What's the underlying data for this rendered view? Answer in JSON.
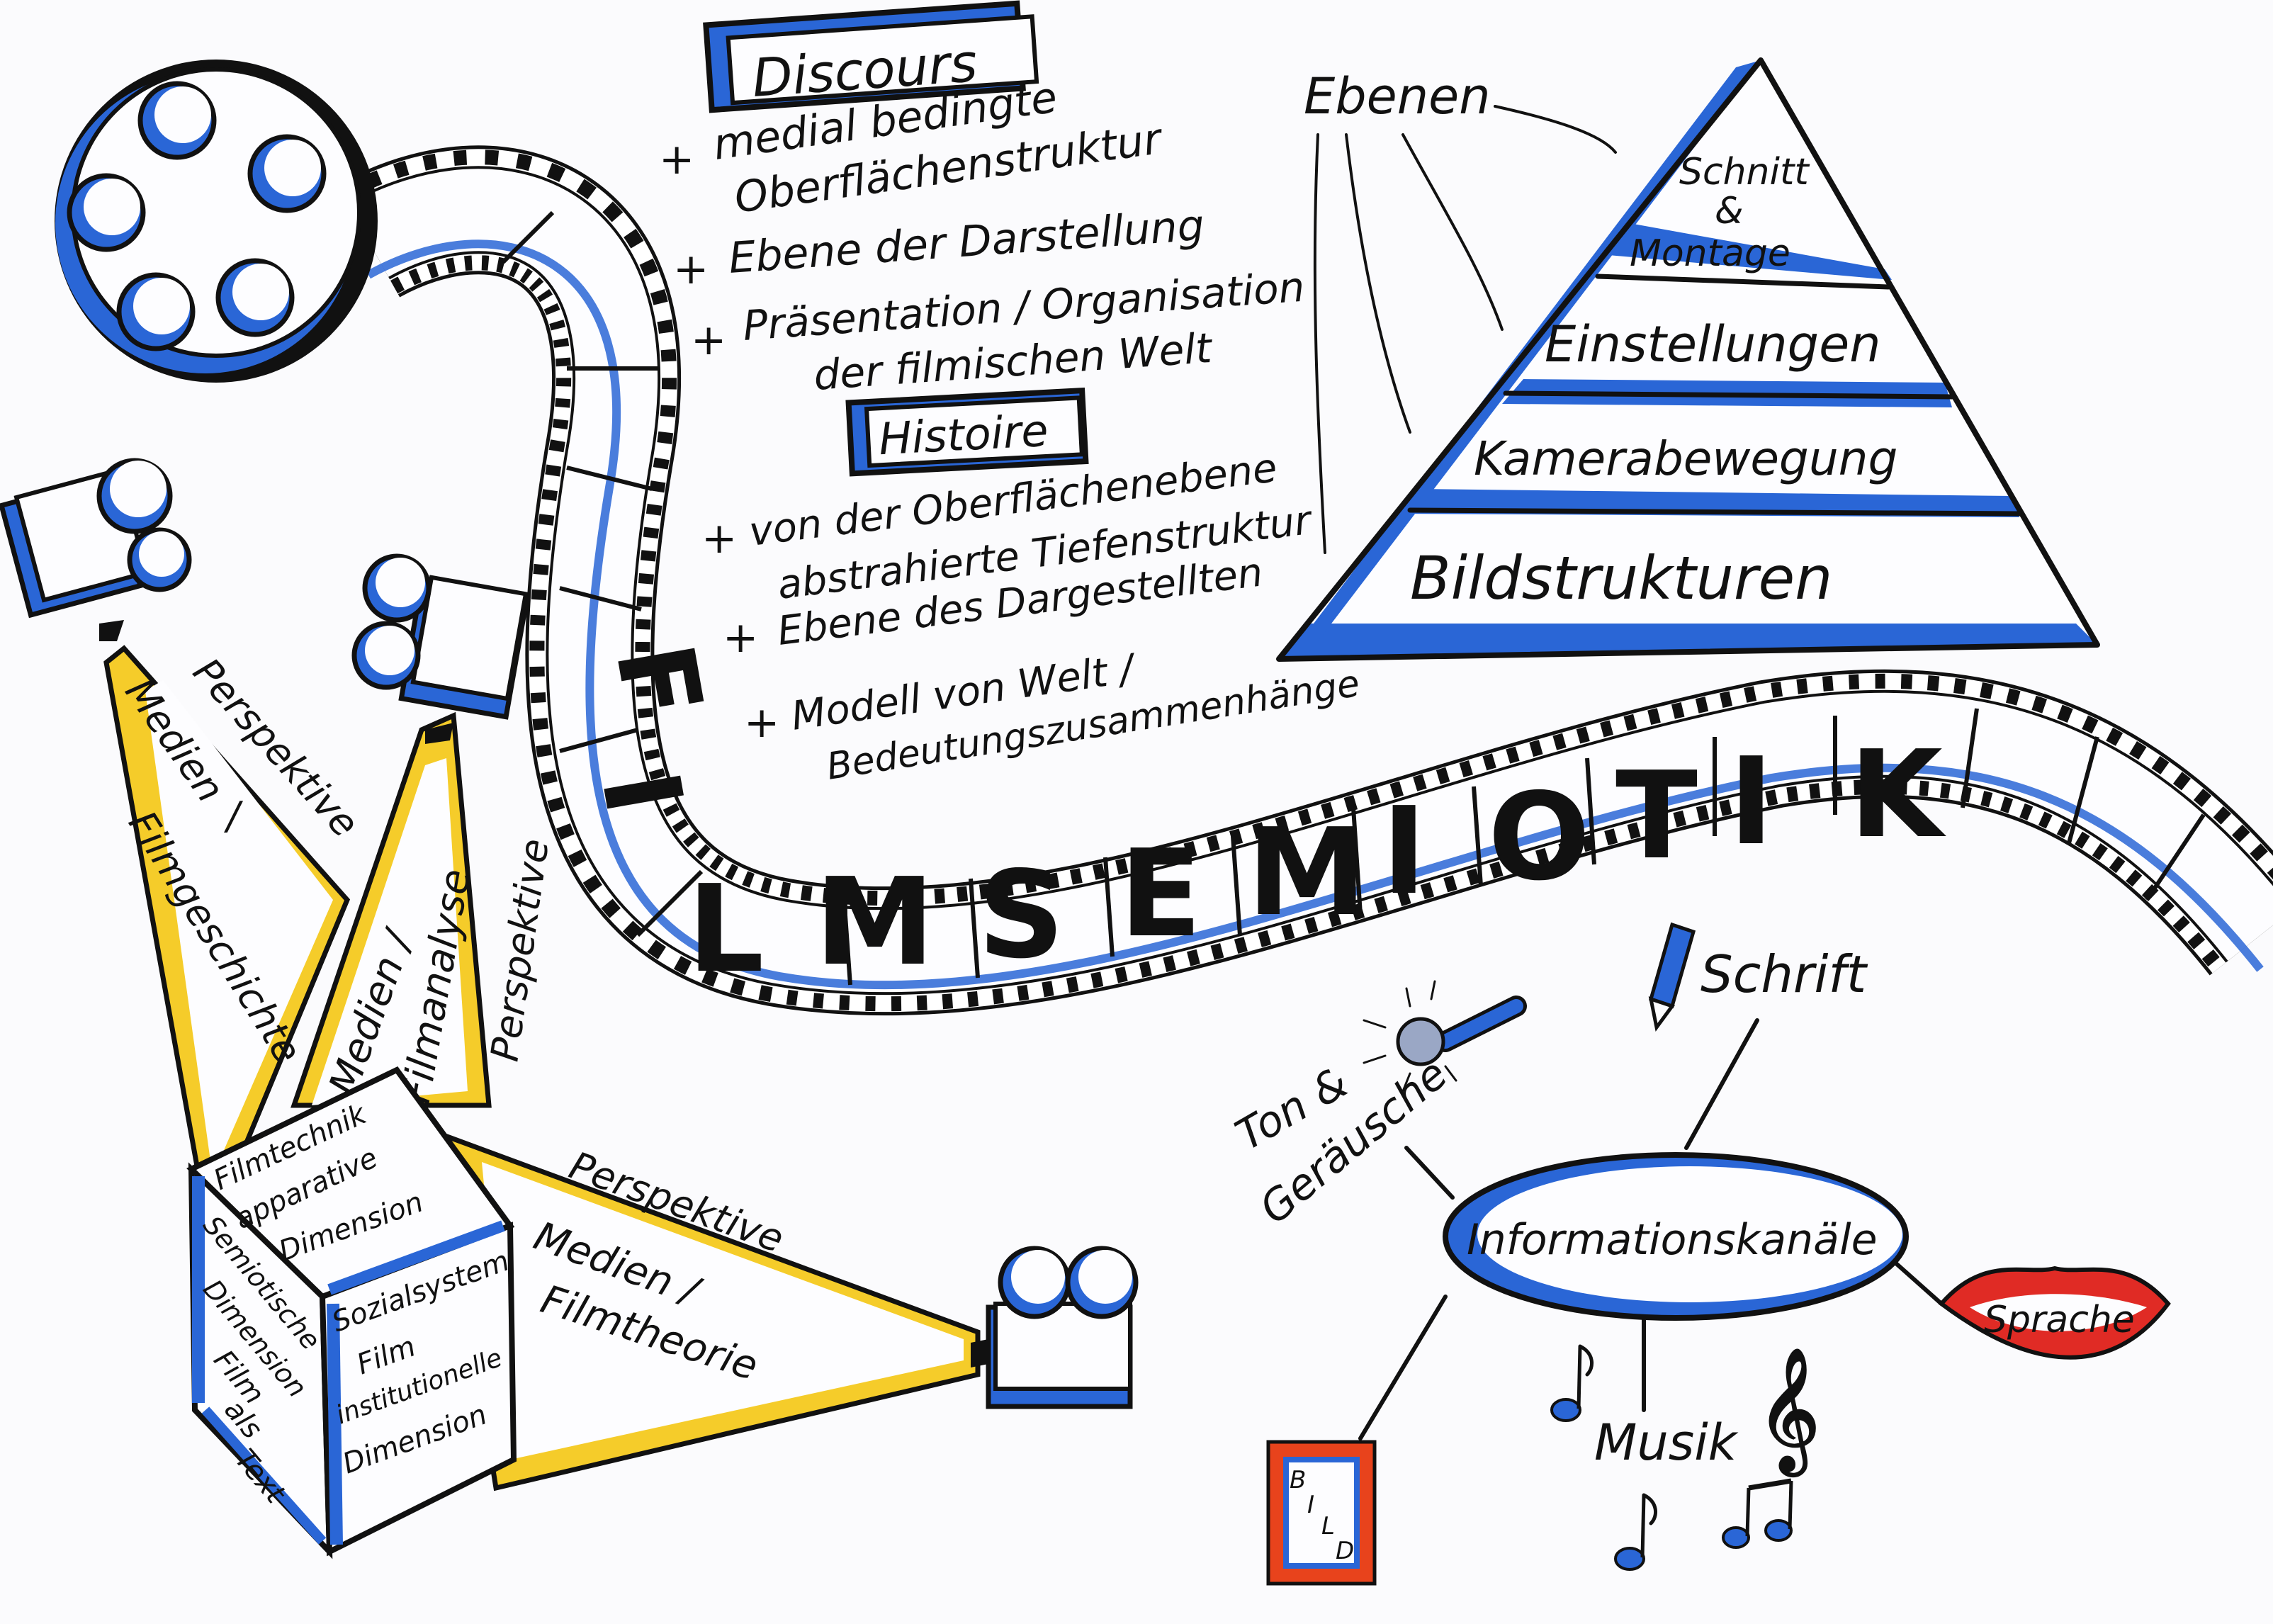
{
  "title_letters": [
    "F",
    "I",
    "L",
    "M",
    "S",
    "E",
    "M",
    "I",
    "O",
    "T",
    "I",
    "K"
  ],
  "discours": {
    "heading": "Discours",
    "points": [
      [
        "+",
        "medial bedingte",
        "Oberflächenstruktur"
      ],
      [
        "+",
        "Ebene der Darstellung"
      ],
      [
        "+",
        "Präsentation / Organisation",
        "der filmischen Welt"
      ]
    ]
  },
  "histoire": {
    "heading": "Histoire",
    "points": [
      [
        "+",
        "von der Oberflächenebene",
        "abstrahierte Tiefenstruktur"
      ],
      [
        "+",
        "Ebene des Dargestellten"
      ],
      [
        "+",
        "Modell von Welt /",
        "Bedeutungszusammenhänge"
      ]
    ]
  },
  "ebenen": {
    "label": "Ebenen",
    "levels": [
      "Schnitt",
      "&",
      "Montage",
      "Einstellungen",
      "Kamerabewegung",
      "Bildstrukturen"
    ]
  },
  "cube": {
    "top": [
      "Filmtechnik",
      "apparative",
      "Dimension"
    ],
    "left": [
      "Semiotische",
      "Dimension",
      "Film",
      "als",
      "Text"
    ],
    "right": [
      "Sozialsystem",
      "Film",
      "institutionelle",
      "Dimension"
    ]
  },
  "beams": {
    "beam1": [
      "Perspektive",
      "Medien",
      "/",
      "Filmgeschichte"
    ],
    "beam2": [
      "Perspektive",
      "Medien /",
      "Filmanalyse"
    ],
    "beam3": [
      "Perspektive",
      "Medien /",
      "Filmtheorie"
    ]
  },
  "channels": {
    "center": "Informationskanäle",
    "ton": [
      "Ton &",
      "Geräusche"
    ],
    "schrift": "Schrift",
    "sprache": "Sprache",
    "musik": "Musik",
    "bild": [
      "B",
      "I",
      "L",
      "D"
    ]
  },
  "colors": {
    "blue": "#2a66d6",
    "dark_blue": "#1c3fb4",
    "yellow": "#f5cc2a",
    "red": "#e02b25",
    "orange_red": "#e8431c"
  },
  "icons": [
    "film-reel-icon",
    "film-camera-icon",
    "pencil-icon",
    "microphone-icon",
    "lips-icon",
    "music-note-icon",
    "treble-clef-icon",
    "picture-frame-icon"
  ]
}
